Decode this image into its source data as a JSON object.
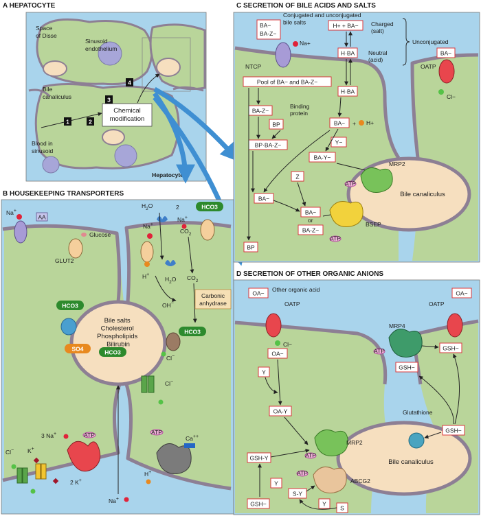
{
  "panel_a": {
    "title": "A  HEPATOCYTE",
    "space_of_disse": [
      "Space",
      "of Disse"
    ],
    "sinusoid_endothelium": [
      "Sinusoid",
      "endothelium"
    ],
    "bile_canaliculus": [
      "Bile",
      "canaliculus"
    ],
    "chemical_modification": [
      "Chemical",
      "modification"
    ],
    "blood_in_sinusoid": [
      "Blood in",
      "sinusoid"
    ],
    "hepatocyte": "Hepatocyte",
    "steps": [
      "1",
      "2",
      "3",
      "4"
    ]
  },
  "panel_b": {
    "title": "B  HOUSEKEEPING TRANSPORTERS",
    "na_plus": "Na",
    "aa": "AA",
    "glucose": "Glucose",
    "glut2": "GLUT2",
    "h2o": "H2O",
    "two": "2",
    "hco3": "HCO3",
    "co2": "CO2",
    "h_plus": "H",
    "oh_minus": "OH",
    "carbonic_anhydrase": [
      "Carbonic",
      "anhydrase"
    ],
    "so4": "SO4",
    "canal_contents": [
      "Bile salts",
      "Cholesterol",
      "Phospholipids",
      "Bilirubin"
    ],
    "cl_minus": "Cl",
    "k_plus": "K",
    "three_na": "3 Na",
    "two_k": "2 K",
    "ca": "Ca",
    "atp": "ATP",
    "plus": "+",
    "minus": "−",
    "plus_plus": "++"
  },
  "panel_c": {
    "title": "C  SECRETION OF BILE ACIDS AND SALTS",
    "ba_minus": "BA−",
    "ba_z_minus": "BA-Z−",
    "conj_bile_salts": [
      "Conjugated and unconjugated",
      "bile salts"
    ],
    "na_plus": "Na+",
    "ntcp": "NTCP",
    "pool": "Pool of BA− and BA-Z−",
    "h_ba_charged": "H+ + BA−",
    "charged_salt": [
      "Charged",
      "(salt)"
    ],
    "unconjugated": "Unconjugated",
    "h_ba": "H·BA",
    "neutral_acid": [
      "Neutral",
      "(acid)"
    ],
    "oatp": "OATP",
    "cl_minus": "Cl−",
    "bp": "BP",
    "binding_protein": [
      "Binding",
      "protein"
    ],
    "bp_ba_z": "BP·BA-Z−",
    "h_plus": "H+",
    "plus_sign": "+",
    "y_minus": "Y−",
    "ba_y_minus": "BA-Y−",
    "mrp2": "MRP2",
    "z": "Z",
    "bile_canaliculus": "Bile canaliculus",
    "or": "or",
    "bsep": "BSEP",
    "atp": "ATP"
  },
  "panel_d": {
    "title": "D  SECRETION OF OTHER ORGANIC ANIONS",
    "oa_minus": "OA−",
    "other_organic_acid": "Other organic acid",
    "oatp": "OATP",
    "mrp4": "MRP4",
    "gsh_minus": "GSH−",
    "cl_minus": "Cl−",
    "y": "Y",
    "oa_y": "OA-Y",
    "glutathione": "Glutathione",
    "mrp2": "MRP2",
    "gsh_y": "GSH-Y",
    "bile_canaliculus": "Bile canaliculus",
    "abcg2": "ABCG2",
    "s_y": "S-Y",
    "s": "S",
    "atp": "ATP"
  },
  "colors": {
    "cell_green": "#b9d59a",
    "blood_blue": "#a9d4ec",
    "canaliculus_fill": "#f6dfbf",
    "membrane": "#8d7f94",
    "label_box_border": "#d9383c",
    "hco3_badge": "#2d8a2d",
    "so4_badge": "#e8891f",
    "big_arrow": "#3f8fd2"
  }
}
